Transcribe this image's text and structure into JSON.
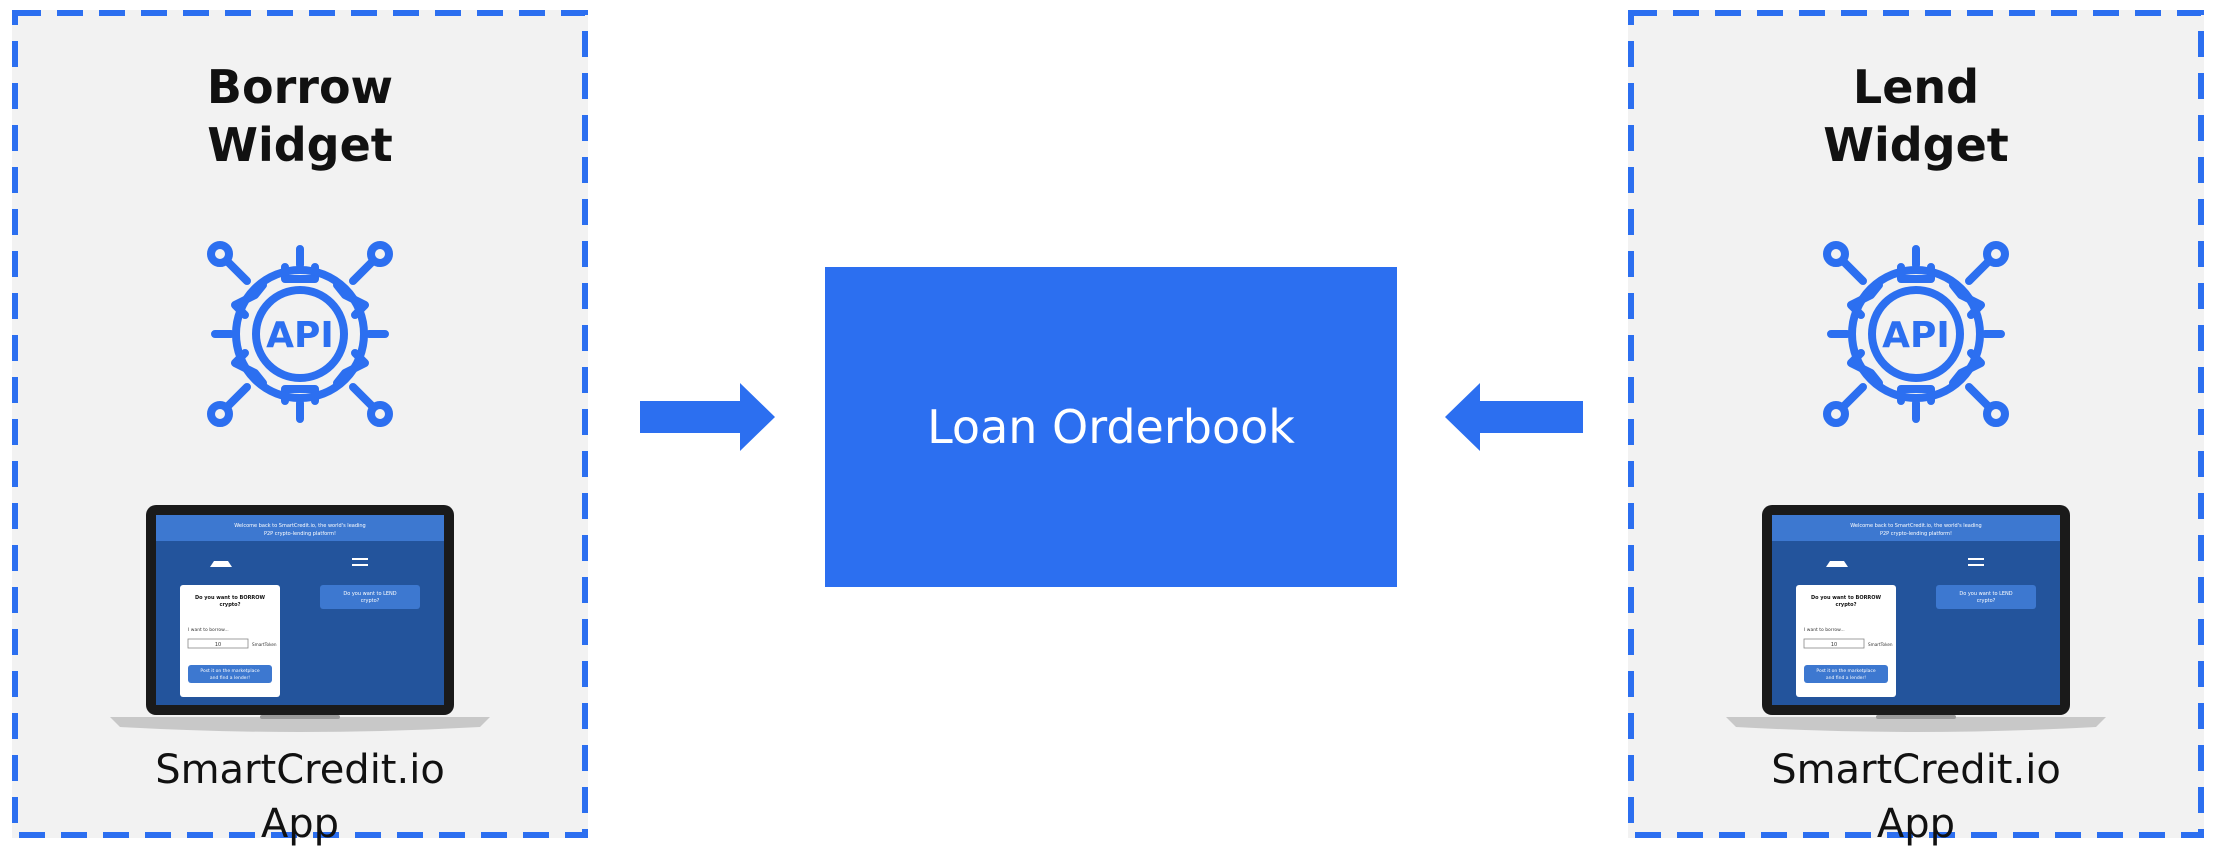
{
  "colors": {
    "accent": "#2c6ff0",
    "panel_bg": "#f2f2f2",
    "border": "#2c6ff0"
  },
  "left_panel": {
    "title_line1": "Borrow",
    "title_line2": "Widget",
    "icon": "api-gear-icon",
    "app_line1": "SmartCredit.io",
    "app_line2": "App"
  },
  "center": {
    "label": "Loan Orderbook"
  },
  "right_panel": {
    "title_line1": "Lend",
    "title_line2": "Widget",
    "icon": "api-gear-icon",
    "app_line1": "SmartCredit.io",
    "app_line2": "App"
  },
  "screen": {
    "welcome_line1": "Welcome back to SmartCredit.io, the world's leading",
    "welcome_line2": "P2P crypto-lending platform!",
    "borrow_q_line1": "Do you want to BORROW",
    "borrow_q_line2": "crypto?",
    "lend_q_line1": "Do you want to LEND",
    "lend_q_line2": "crypto?",
    "i_want": "I want to borrow...",
    "amount": "10",
    "token": "SmartToken",
    "post_line1": "Post it on the marketplace",
    "post_line2": "and find a lender!",
    "api_text": "API"
  }
}
